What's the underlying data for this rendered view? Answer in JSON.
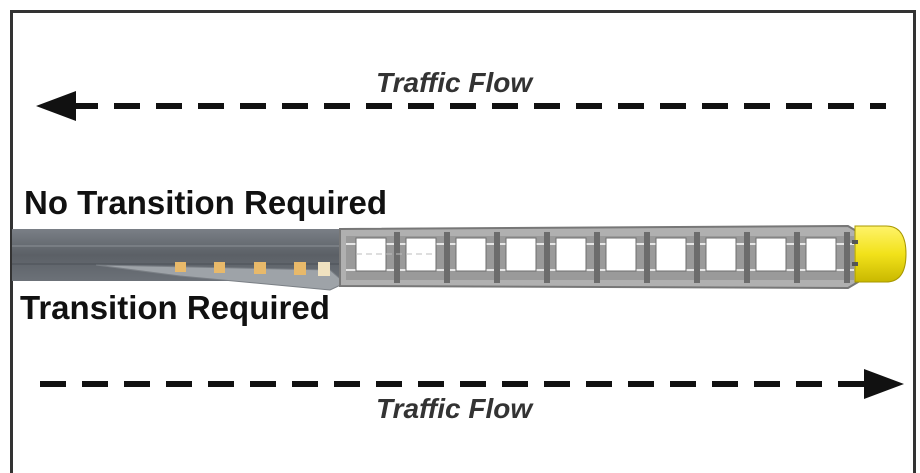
{
  "labels": {
    "traffic_flow_top": "Traffic Flow",
    "traffic_flow_bottom": "Traffic Flow",
    "no_transition": "No Transition Required",
    "transition": "Transition Required"
  },
  "flows": {
    "top_direction": "left",
    "bottom_direction": "right"
  },
  "colors": {
    "border": "#333333",
    "arrow": "#111111",
    "barrier": "#5f6368",
    "frame_steel": "#9a9a9a",
    "end_cap": "#f2e21a",
    "transition_blocks": "#e8b96a"
  },
  "icons": {
    "left_arrow": "arrow-left-icon",
    "right_arrow": "arrow-right-icon"
  }
}
